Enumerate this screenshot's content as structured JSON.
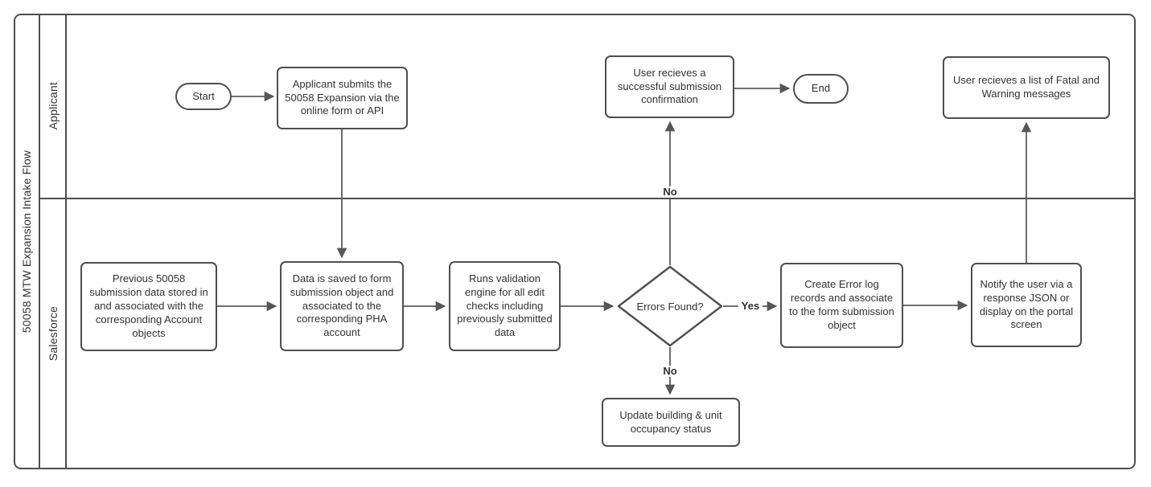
{
  "diagram": {
    "title": "50058 MTW Expansion Intake Flow",
    "lanes": [
      {
        "label": "Applicant"
      },
      {
        "label": "Salesforce"
      }
    ]
  },
  "nodes": {
    "start": {
      "label": "Start",
      "shape": "terminator"
    },
    "applicant_submits": {
      "label": "Applicant submits the 50058 Expansion via the online form or API",
      "shape": "process"
    },
    "success_confirmation": {
      "label": "User recieves a successful submission confirmation",
      "shape": "process"
    },
    "end": {
      "label": "End",
      "shape": "terminator"
    },
    "fatal_warning": {
      "label": "User recieves a list of Fatal and Warning messages",
      "shape": "process"
    },
    "previous_submission": {
      "label": "Previous 50058 submission data stored in and associated with the corresponding Account objects",
      "shape": "process"
    },
    "data_saved": {
      "label": "Data is saved to form submission object and associated to the corresponding PHA account",
      "shape": "process"
    },
    "runs_validation": {
      "label": "Runs validation engine for all edit checks including previously submitted data",
      "shape": "process"
    },
    "decision": {
      "label": "Errors Found?",
      "shape": "decision"
    },
    "create_error_log": {
      "label": "Create Error log records and associate to the form submission object",
      "shape": "process"
    },
    "notify_user": {
      "label": "Notify the user via a response JSON or display on the portal screen",
      "shape": "process"
    },
    "update_building": {
      "label": "Update building & unit occupancy status",
      "shape": "process"
    }
  },
  "edge_labels": {
    "yes": "Yes",
    "no_up": "No",
    "no_down": "No"
  },
  "colors": {
    "stroke": "#4f4f4f",
    "connector": "#5c5c5c",
    "text": "#333333",
    "background": "#ffffff"
  }
}
